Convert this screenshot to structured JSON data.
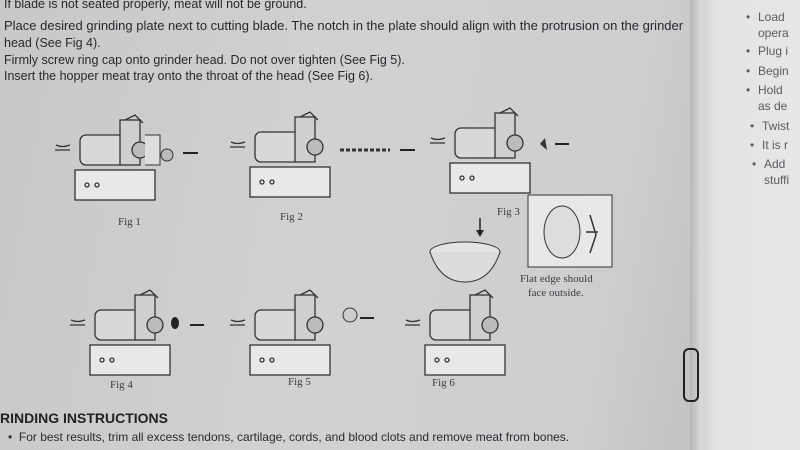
{
  "instructions": {
    "lines": [
      "If blade is not seated properly, meat will not be ground.",
      "Place desired grinding plate next to cutting blade. The notch in the plate should align with the protrusion on the grinder",
      "head (See Fig 4).",
      "Firmly screw ring cap onto grinder head.  Do not over tighten (See Fig 5).",
      "Insert the hopper meat tray onto the throat of the head (See Fig 6)."
    ]
  },
  "figures": {
    "labels": [
      "Fig 1",
      "Fig 2",
      "Fig 3",
      "Fig 4",
      "Fig 5",
      "Fig 6"
    ],
    "note_line1": "Flat edge should",
    "note_line2": "face outside."
  },
  "grinding_section": {
    "heading": "RINDING INSTRUCTIONS",
    "bullets": [
      "For best results, trim all excess tendons, cartilage, cords, and blood clots and remove meat from bones."
    ]
  },
  "right_page": {
    "items": [
      "Load",
      "opera",
      "Plug i",
      "Begin",
      "Hold",
      "as de",
      "Twist",
      "It is r",
      "Add",
      "stuffi"
    ]
  }
}
